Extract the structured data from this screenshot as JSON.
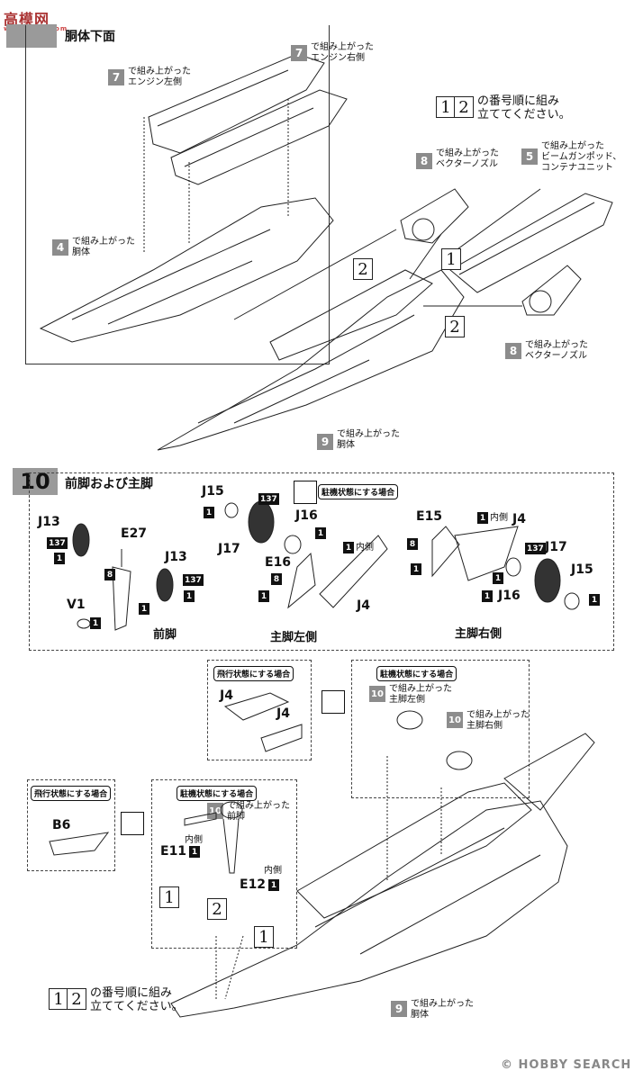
{
  "watermark_top": "高模网",
  "watermark_top_sub": "www.zone.com",
  "watermark_bottom": "© HOBBY SEARCH",
  "step9": {
    "title": "胴体下面",
    "badge7_left": "7",
    "note7_left": "で組み上がった\nエンジン左側",
    "badge7_right": "7",
    "note7_right": "で組み上がった\nエンジン右側",
    "badge4": "4",
    "note4": "で組み上がった\n胴体",
    "order_text": "の番号順に組み\n立ててください。",
    "order_num1": "1",
    "order_num2": "2",
    "badge8_top": "8",
    "note8_top": "で組み上がった\nベクターノズル",
    "badge5": "5",
    "note5": "で組み上がった\nビームガンポッド、\nコンテナユニット",
    "badge8_bot": "8",
    "note8_bot": "で組み上がった\nベクターノズル",
    "badge9": "9",
    "note9": "で組み上がった\n胴体",
    "callout_1": "1",
    "callout_2a": "2",
    "callout_2b": "2"
  },
  "step10": {
    "number": "10",
    "title": "前脚および主脚",
    "parking_tag": "駐機状態にする場合",
    "front_leg_label": "前脚",
    "main_left_label": "主脚左側",
    "main_right_label": "主脚右側",
    "parts": {
      "J13a": "J13",
      "J13b": "J13",
      "E27": "E27",
      "V1": "V1",
      "J15a": "J15",
      "J17a": "J17",
      "J16a": "J16",
      "E16": "E16",
      "J4a": "J4",
      "E15": "E15",
      "J4b": "J4",
      "J17b": "J17",
      "J15b": "J15",
      "J16b": "J16"
    },
    "inner": "内側",
    "n137": "137",
    "n1": "1",
    "n8": "8"
  },
  "bottom": {
    "flight_tag1": "飛行状態にする場合",
    "j4_a": "J4",
    "j4_b": "J4",
    "parking_tag2": "駐機状態にする場合",
    "badge10_l": "10",
    "note10_l": "で組み上がった\n主脚左側",
    "badge10_r": "10",
    "note10_r": "で組み上がった\n主脚右側",
    "flight_tag2": "飛行状態にする場合",
    "b6": "B6",
    "parking_tag3": "駐機状態にする場合",
    "badge10_f": "10",
    "note10_f": "で組み上がった\n前脚",
    "e11": "E11",
    "e12": "E12",
    "inner": "内側",
    "num1a": "1",
    "num2": "2",
    "num1b": "1",
    "order_text": "の番号順に組み\n立ててください。",
    "order_num1": "1",
    "order_num2": "2",
    "badge9": "9",
    "note9": "で組み上がった\n胴体"
  }
}
